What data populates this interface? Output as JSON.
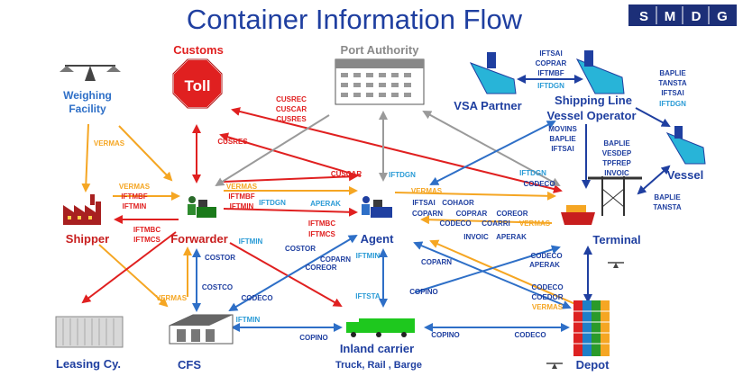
{
  "title": "Container Information Flow",
  "logo_letters": [
    "S",
    "M",
    "D",
    "G"
  ],
  "colors": {
    "title": "#1f3fa0",
    "node": "#1f3fa0",
    "red": "#e02020",
    "orange": "#f5a623",
    "grey": "#9a9a9a",
    "blue": "#2e6fc7",
    "teal": "#2a9bd6",
    "logo_bg": "#1c2f78"
  },
  "nodes": {
    "customs": "Customs",
    "toll": "Toll",
    "port_authority": "Port Authority",
    "weighing_1": "Weighing",
    "weighing_2": "Facility",
    "vsa_partner": "VSA Partner",
    "shipping_line": "Shipping Line",
    "vessel_operator": "Vessel Operator",
    "vessel": "Vessel",
    "shipper": "Shipper",
    "forwarder": "Forwarder",
    "agent": "Agent",
    "terminal": "Terminal",
    "leasing": "Leasing Cy.",
    "cfs": "CFS",
    "inland_carrier": "Inland carrier",
    "transport_modes": "Truck, Rail , Barge",
    "depot": "Depot"
  },
  "messages": {
    "vsa_iftsai": "IFTSAI",
    "vsa_coprar": "COPRAR",
    "vsa_iftmbf": "IFTMBF",
    "vsa_iftdgn": "IFTDGN",
    "sl_baplie": "BAPLIE",
    "sl_tansta": "TANSTA",
    "sl_iftsai": "IFTSAI",
    "sl_iftdgn": "IFTDGN",
    "movins": "MOVINS",
    "movins_baplie": "BAPLIE",
    "movins_iftsai": "IFTSAI",
    "ves_baplie": "BAPLIE",
    "ves_vesdep": "VESDEP",
    "ves_tpfrep": "TPFREP",
    "ves_invoic": "INVOIC",
    "term_baplie": "BAPLIE",
    "term_tansta": "TANSTA",
    "cusrec": "CUSREC",
    "cuscar_top": "CUSCAR",
    "cusres_top": "CUSRES",
    "cusres": "CUSRES",
    "cuscar": "CUSCAR",
    "pa_iftdgn": "IFTDGN",
    "vermas_left": "VERMAS",
    "shipper_vermas": "VERMAS",
    "shipper_iftmbf": "IFTMBF",
    "shipper_iftmin": "IFTMIN",
    "shipper_iftmbc": "IFTMBC",
    "shipper_iftmcs": "IFTMCS",
    "fw_vermas": "VERMAS",
    "fw_iftmbf": "IFTMBF",
    "fw_iftmin": "IFTMIN",
    "fw_iftdgn": "IFTDGN",
    "aperak_mid": "APERAK",
    "fw_iftmbc": "IFTMBC",
    "fw_iftmcs": "IFTMCS",
    "iftdgn_term": "IFTDGN",
    "codeco_term": "CODECO",
    "ag_vermas": "VERMAS",
    "ag_iftsai": "IFTSAI",
    "ag_cohaor": "COHAOR",
    "ag_coparn": "COPARN",
    "ag_coprar": "COPRAR",
    "ag_coreor": "COREOR",
    "ag_codeco": "CODECO",
    "ag_coarri": "COARRI",
    "ag_vermas2": "VERMAS",
    "ag_invoic": "INVOIC",
    "ag_aperak": "APERAK",
    "fw_iftmin2": "IFTMIN",
    "costor_mid": "COSTOR",
    "coparn_mid": "COPARN",
    "coreor_mid": "COREOR",
    "ag_iftmin": "IFTMIN",
    "ag_iftsta": "IFTSTA",
    "costor_left": "COSTOR",
    "costco": "COSTCO",
    "codeco_left": "CODECO",
    "vermas_bottom": "VERMAS",
    "coparn_right": "COPARN",
    "copino_right": "COPINO",
    "codeco_r1": "CODECO",
    "aperak_r1": "APERAK",
    "codeco_r2": "CODECO",
    "coedor_r2": "COEDOR",
    "vermas_r2": "VERMAS",
    "cfs_iftmin": "IFTMIN",
    "copino_cfs": "COPINO",
    "copino_depot": "COPINO",
    "codeco_depot": "CODECO"
  }
}
